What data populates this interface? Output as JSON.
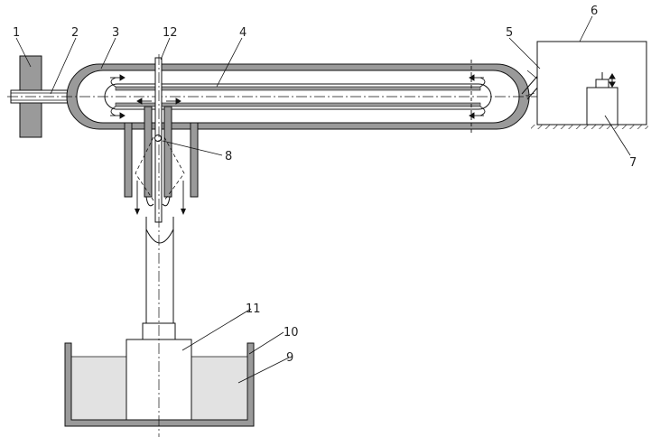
{
  "labels": {
    "n1": "1",
    "n2": "2",
    "n3": "3",
    "n4": "4",
    "n5": "5",
    "n6": "6",
    "n7": "7",
    "n8": "8",
    "n9": "9",
    "n10": "10",
    "n11": "11",
    "n12": "12"
  },
  "colors": {
    "line": "#111111",
    "wall_fill": "#9a9a9a",
    "liquid_fill": "#e2e2e2",
    "background": "#ffffff"
  }
}
